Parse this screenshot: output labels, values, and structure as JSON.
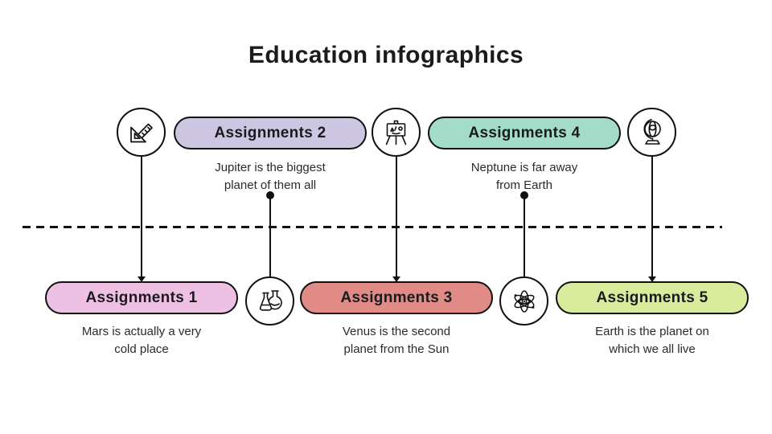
{
  "title": "Education infographics",
  "colors": {
    "outline": "#111111",
    "title_text": "#1b1b1e",
    "body_text": "#2a2a2a",
    "pill_1": "#eec0e3",
    "pill_2": "#cdc6e2",
    "pill_3": "#e08b85",
    "pill_4": "#a3dcc8",
    "pill_5": "#d9ec9e"
  },
  "items": [
    {
      "label": "Assignments 1",
      "desc1": "Mars is actually a very",
      "desc2": "cold place",
      "icon": "ruler-set-square-icon",
      "color": "#eec0e3",
      "pill_side": "bottom"
    },
    {
      "label": "Assignments 2",
      "desc1": "Jupiter is the biggest",
      "desc2": "planet of them all",
      "icon": "chemistry-flasks-icon",
      "color": "#cdc6e2",
      "pill_side": "top"
    },
    {
      "label": "Assignments 3",
      "desc1": "Venus is the second",
      "desc2": "planet from the Sun",
      "icon": "easel-painting-icon",
      "color": "#e08b85",
      "pill_side": "bottom"
    },
    {
      "label": "Assignments 4",
      "desc1": "Neptune is far away",
      "desc2": "from Earth",
      "icon": "atom-eye-icon",
      "color": "#a3dcc8",
      "pill_side": "top"
    },
    {
      "label": "Assignments 5",
      "desc1": "Earth is the planet on",
      "desc2": "which we all live",
      "icon": "globe-icon",
      "color": "#d9ec9e",
      "pill_side": "bottom"
    }
  ]
}
